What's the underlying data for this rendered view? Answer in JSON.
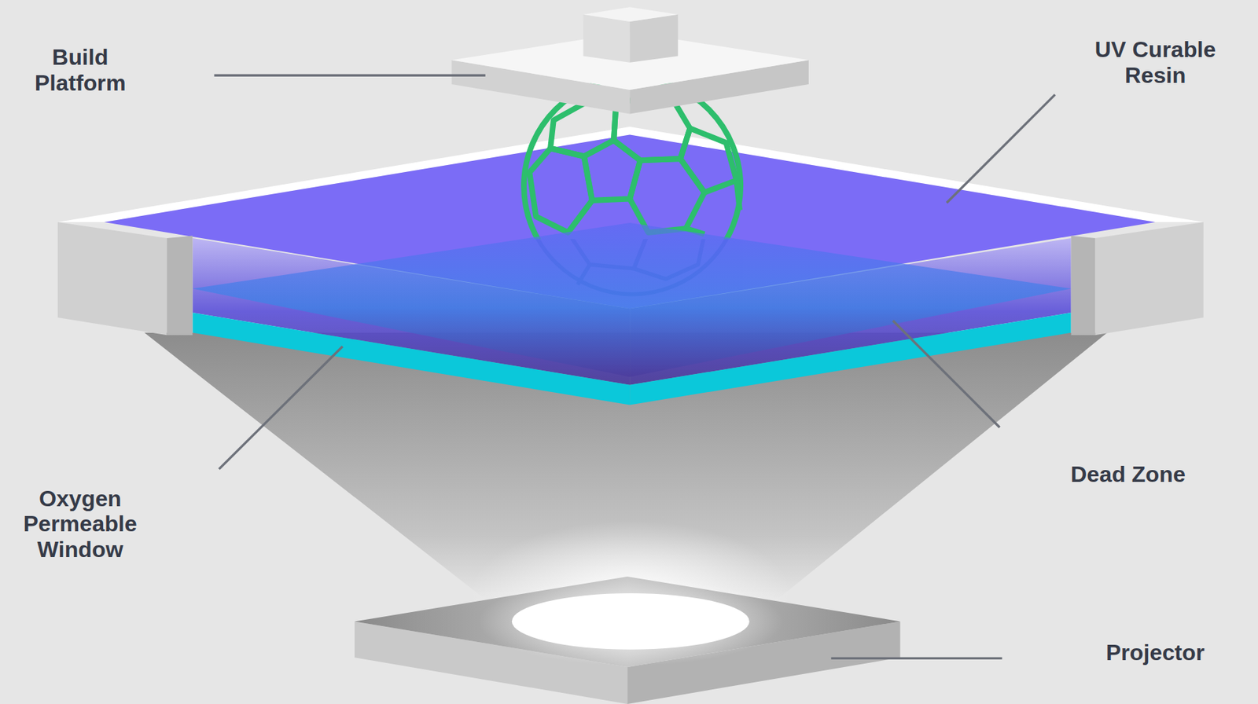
{
  "diagram": {
    "labels": [
      "Build Platform",
      "UV Curable Resin",
      "Oxygen Permeable Window",
      "Dead Zone",
      "Projector"
    ]
  }
}
